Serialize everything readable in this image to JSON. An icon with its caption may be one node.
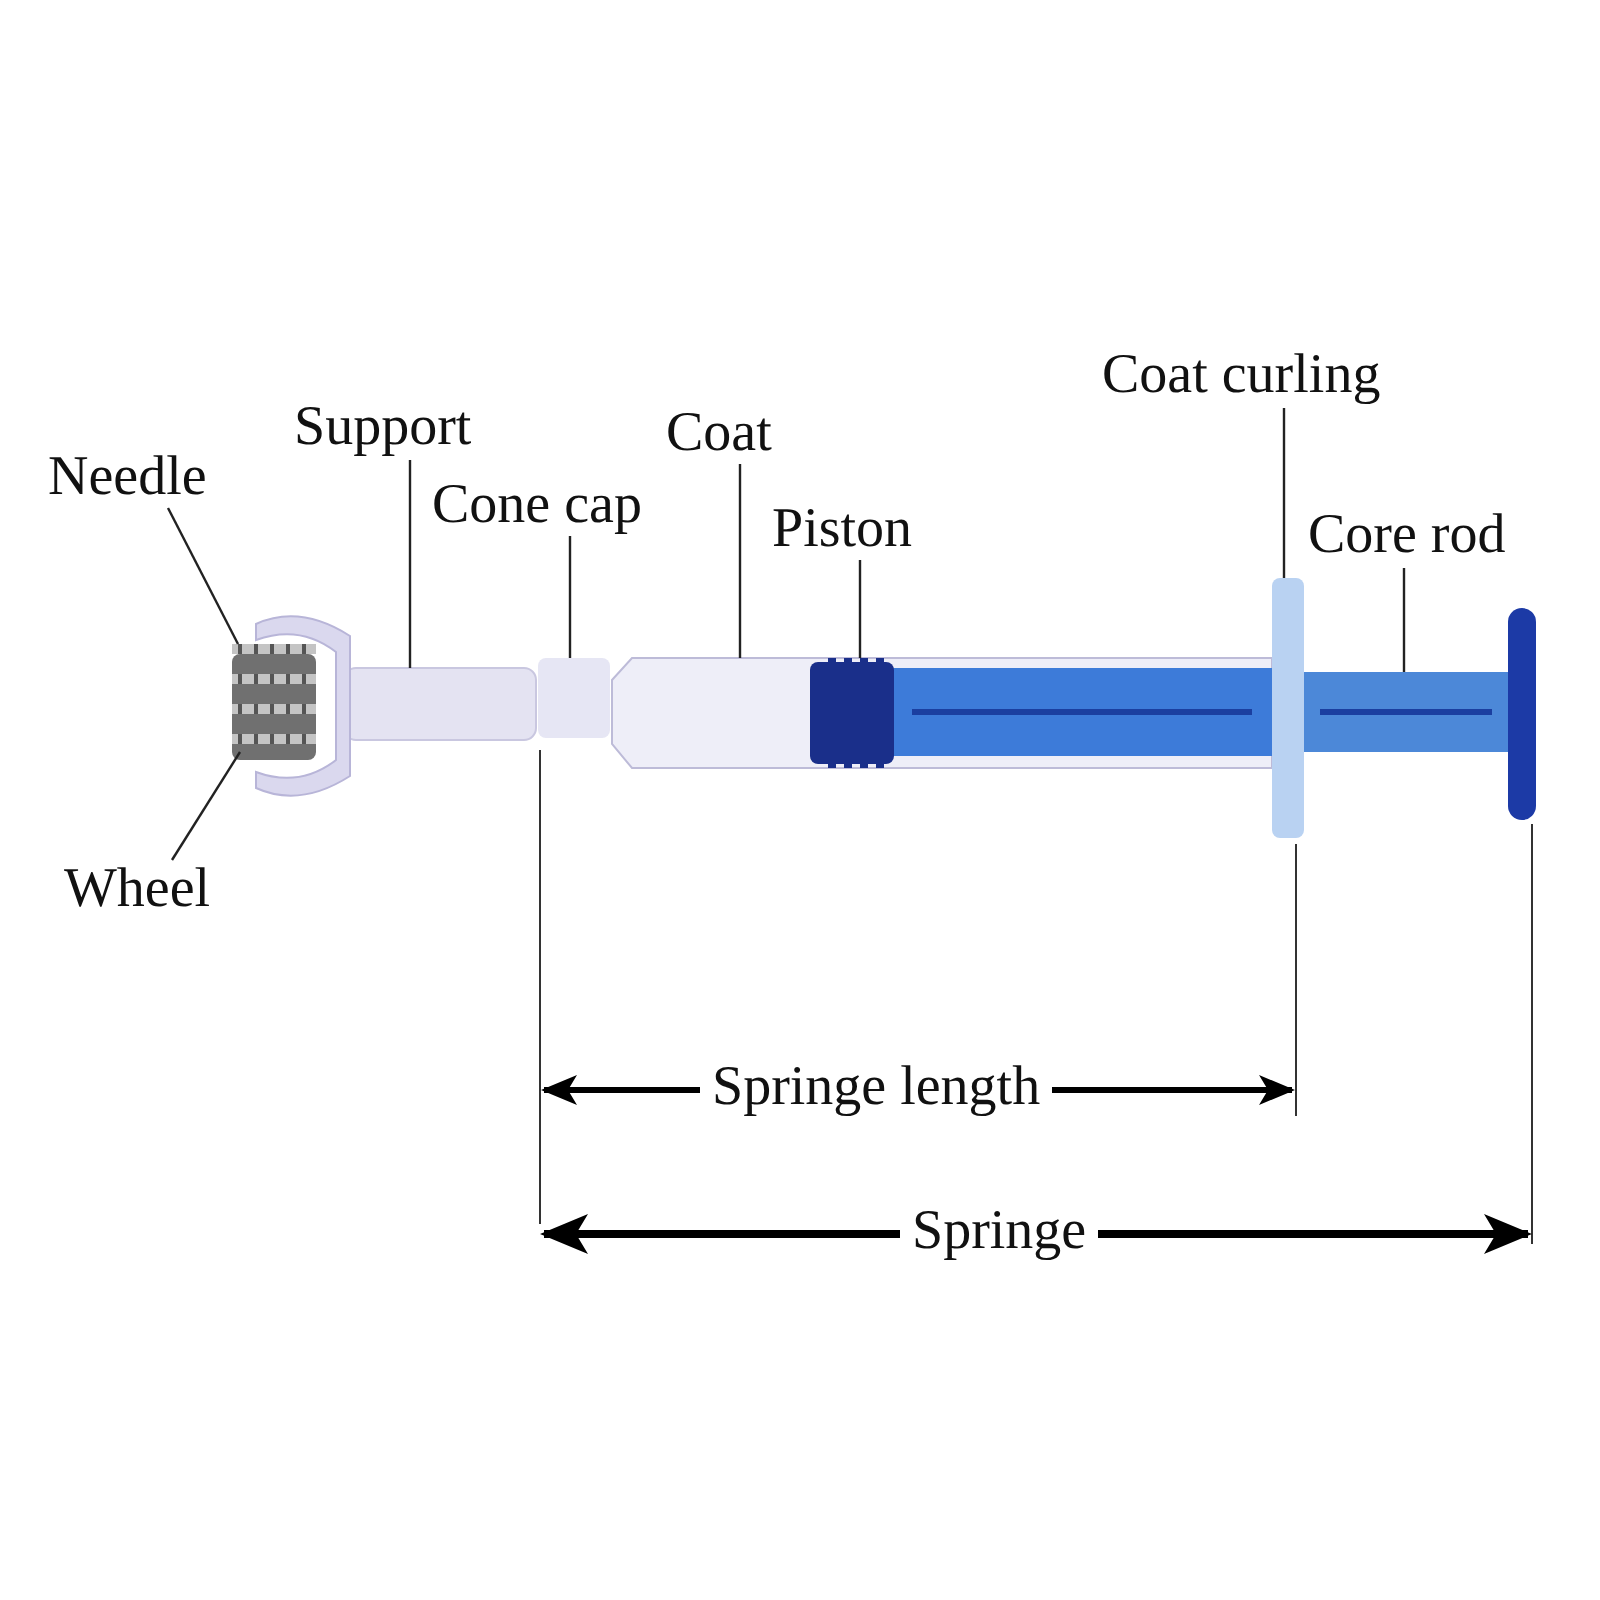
{
  "diagram": {
    "nodes": [
      {
        "text": [
          "Needle"
        ]
      },
      {
        "text": [
          "Wheel"
        ]
      },
      {
        "text": [
          "Support"
        ]
      },
      {
        "text": [
          "Cone cap"
        ]
      },
      {
        "text": [
          "Coat"
        ]
      },
      {
        "text": [
          "Piston"
        ]
      },
      {
        "text": [
          "Coat curling"
        ]
      },
      {
        "text": [
          "Core rod"
        ]
      },
      {
        "text": [],
        "shape": "box"
      },
      {
        "text": [],
        "shape": "picture"
      },
      {
        "text": [],
        "shape": "picture"
      },
      {
        "text": [],
        "shape": "box"
      },
      {
        "text": [],
        "shape": "picture"
      },
      {
        "text": [],
        "shape": "picture",
        "in": 12
      },
      {
        "text": [],
        "shape": "box"
      },
      {
        "text": [],
        "shape": "picture"
      }
    ],
    "edges": [
      {
        "from": 0,
        "to": 9,
        "arrow": "none"
      },
      {
        "from": 1,
        "to": 8,
        "arrow": "none"
      },
      {
        "from": 2,
        "to": 10,
        "arrow": "none"
      },
      {
        "from": 3,
        "to": 11,
        "arrow": "none"
      },
      {
        "from": 4,
        "to": 12,
        "arrow": "none"
      },
      {
        "from": 5,
        "to": 13,
        "arrow": "none"
      },
      {
        "from": 6,
        "to": 14,
        "arrow": "none"
      },
      {
        "from": 7,
        "to": 15,
        "arrow": "none"
      }
    ],
    "labels": [
      "Springe length",
      "Springe"
    ]
  }
}
